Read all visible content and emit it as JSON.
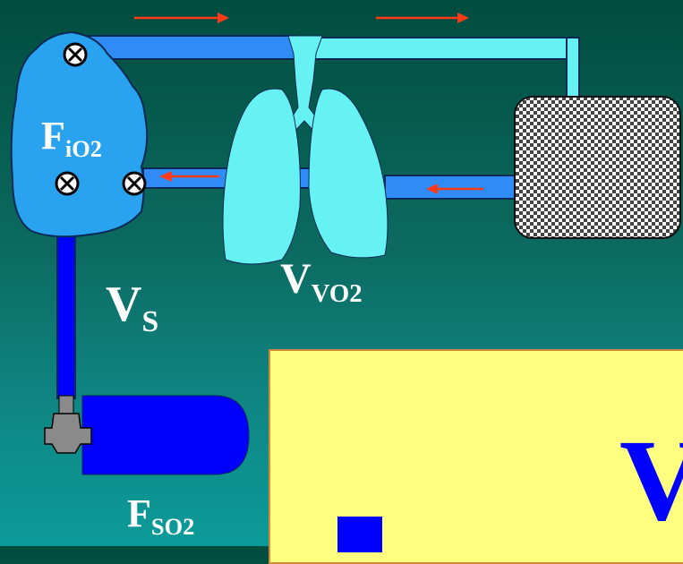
{
  "labels": {
    "fio2_main": "F",
    "fio2_sub": "iO2",
    "vvo2_main": "V",
    "vvo2_sub": "VO2",
    "vs_main": "V",
    "vs_sub": "S",
    "fso2_main": "F",
    "fso2_sub": "SO2"
  },
  "panel": {
    "symbol": "V"
  },
  "colors": {
    "background_top": "#004d3e",
    "background_bottom": "#0b9b9a",
    "bag": "#29a3f0",
    "inspiratory_tube": "#2f8cf7",
    "lung": "#66f2f2",
    "supply_line": "#0000ff",
    "cylinder": "#0000ff",
    "flow_arrows": "#ff3b17",
    "panel": "#ffff80"
  },
  "icons": {
    "valve": "circle-x-valve-icon",
    "regulator": "regulator-icon",
    "absorber": "checkered-canister-icon",
    "cylinder": "gas-cylinder-icon",
    "lungs": "lungs-icon"
  }
}
